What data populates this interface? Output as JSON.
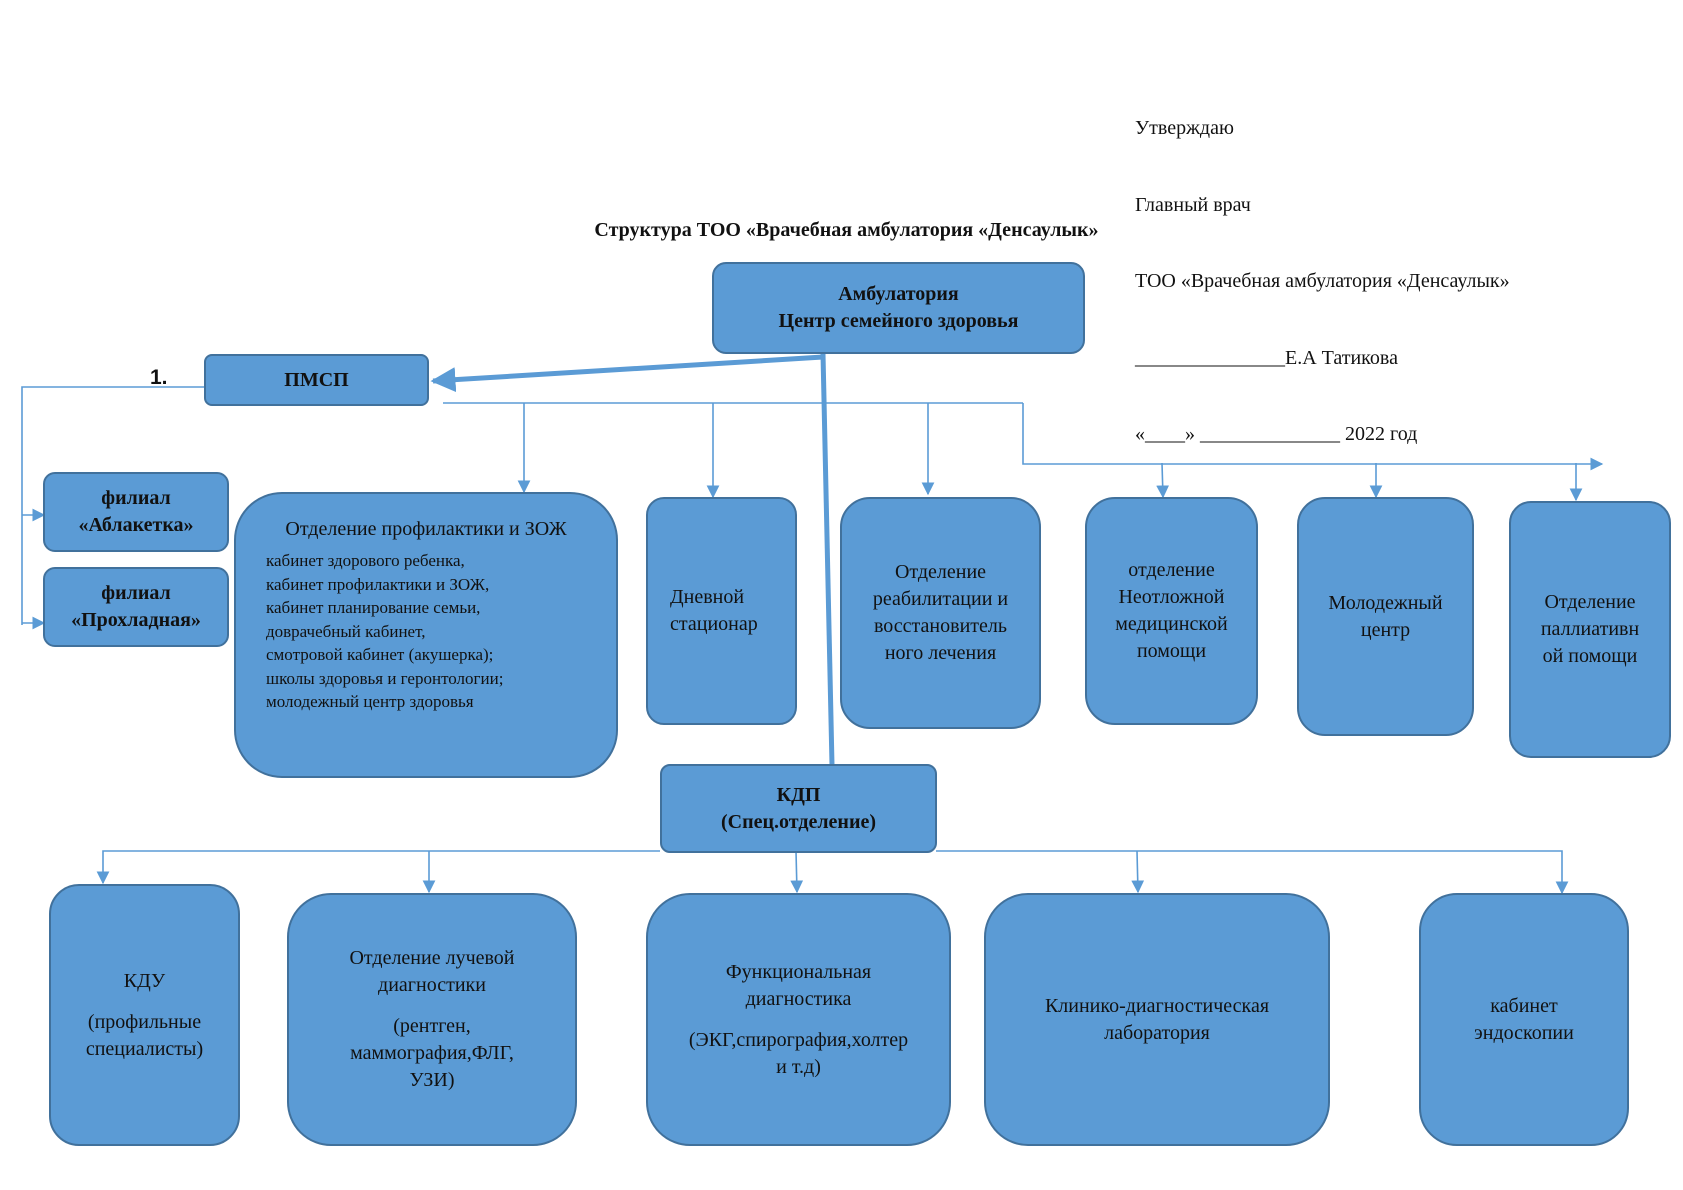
{
  "approval": {
    "lines": [
      "Утверждаю",
      "Главный врач",
      "ТОО «Врачебная амбулатория «Денсаулык»",
      "_______________Е.А Татикова",
      "«____» ______________ 2022 год"
    ]
  },
  "title": "Структура ТОО «Врачебная амбулатория «Денсаулык»",
  "number_label": "1.",
  "nodes": {
    "root": {
      "lines": [
        "Амбулатория",
        "Центр семейного здоровья"
      ]
    },
    "pmsp": {
      "label": "ПМСП"
    },
    "branch_ablaketka": {
      "lines": [
        "филиал",
        "«Аблакетка»"
      ]
    },
    "branch_prokhladnaya": {
      "lines": [
        "филиал",
        "«Прохладная»"
      ]
    },
    "prevention": {
      "heading": "Отделение профилактики и ЗОЖ",
      "items": [
        "кабинет здорового ребенка,",
        "кабинет профилактики и ЗОЖ,",
        "кабинет планирование семьи,",
        "доврачебный кабинет,",
        "смотровой кабинет (акушерка);",
        "школы здоровья и геронтологии;",
        "молодежный центр здоровья"
      ]
    },
    "day_hospital": {
      "lines": [
        "Дневной",
        "стационар"
      ]
    },
    "rehab": {
      "lines": [
        "Отделение",
        "реабилитации и",
        "восстановитель",
        "ного лечения"
      ]
    },
    "emergency": {
      "lines": [
        "отделение",
        "Неотложной",
        "медицинской",
        "помощи"
      ]
    },
    "youth": {
      "lines": [
        "Молодежный",
        "центр"
      ]
    },
    "palliative": {
      "lines": [
        "Отделение",
        "паллиативн",
        "ой помощи"
      ]
    },
    "kdp": {
      "lines": [
        "КДП",
        "(Спец.отделение)"
      ]
    },
    "kdu": {
      "title": "КДУ",
      "sub": [
        "(профильные",
        "специалисты)"
      ]
    },
    "radiology": {
      "title": [
        "Отделение лучевой",
        "диагностики"
      ],
      "sub": [
        "(рентген,",
        "маммография,ФЛГ,",
        "УЗИ)"
      ]
    },
    "functional": {
      "title": [
        "Функциональная",
        "диагностика"
      ],
      "sub": [
        "(ЭКГ,спирография,холтер",
        "и т.д)"
      ]
    },
    "lab": {
      "lines": [
        "Клинико-диагностическая",
        "лаборатория"
      ]
    },
    "endoscopy": {
      "lines": [
        "кабинет",
        "эндоскопии"
      ]
    }
  },
  "colors": {
    "box_fill": "#5b9bd5",
    "box_border": "#41719c",
    "connector": "#5b9bd5"
  }
}
